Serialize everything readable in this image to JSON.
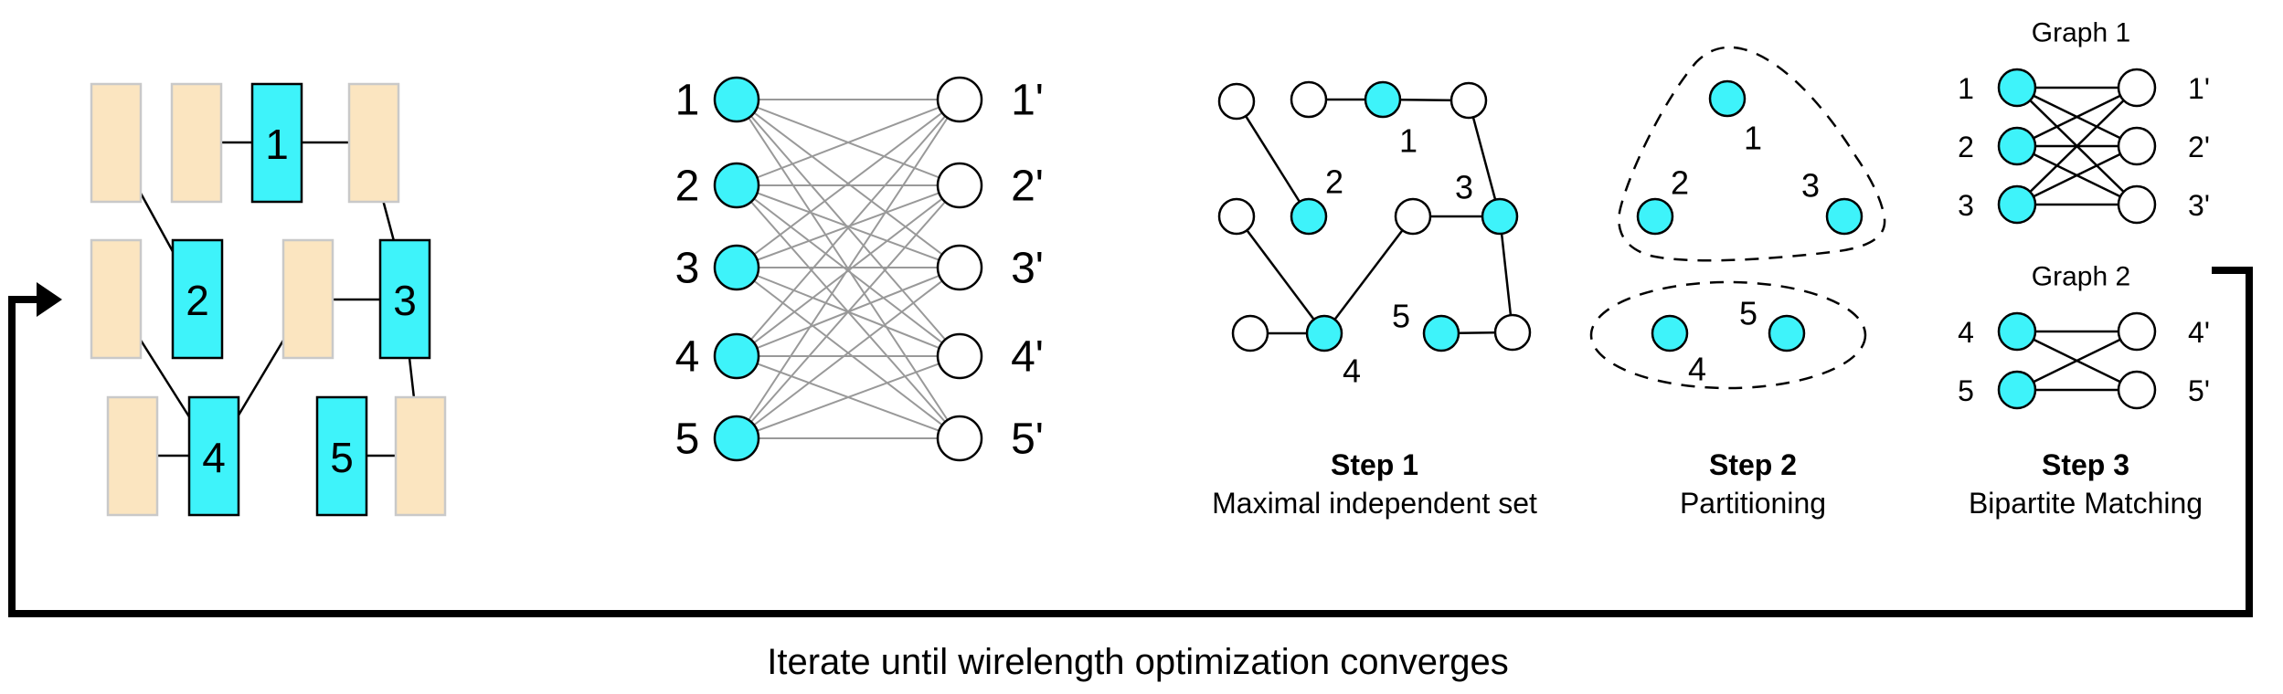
{
  "colors": {
    "cell_cyan": "#3EF3FA",
    "cell_tan": "#FBE5C0",
    "tan_border": "#C9C9C9",
    "bipartite_edge_gray": "#999999",
    "line_black": "#000000"
  },
  "placement": {
    "cell_labels": [
      "1",
      "2",
      "3",
      "4",
      "5"
    ]
  },
  "bipartite": {
    "left": [
      "1",
      "2",
      "3",
      "4",
      "5"
    ],
    "right": [
      "1'",
      "2'",
      "3'",
      "4'",
      "5'"
    ]
  },
  "steps": {
    "step1": {
      "title": "Step 1",
      "subtitle": "Maximal independent set",
      "node_labels": [
        "1",
        "2",
        "3",
        "4",
        "5"
      ]
    },
    "step2": {
      "title": "Step 2",
      "subtitle": "Partitioning",
      "node_labels": [
        "1",
        "2",
        "3",
        "4",
        "5"
      ]
    },
    "step3": {
      "title": "Step 3",
      "subtitle": "Bipartite Matching",
      "graph1": {
        "title": "Graph 1",
        "left": [
          "1",
          "2",
          "3"
        ],
        "right": [
          "1'",
          "2'",
          "3'"
        ]
      },
      "graph2": {
        "title": "Graph 2",
        "left": [
          "4",
          "5"
        ],
        "right": [
          "4'",
          "5'"
        ]
      }
    }
  },
  "caption": "Iterate until wirelength optimization converges"
}
